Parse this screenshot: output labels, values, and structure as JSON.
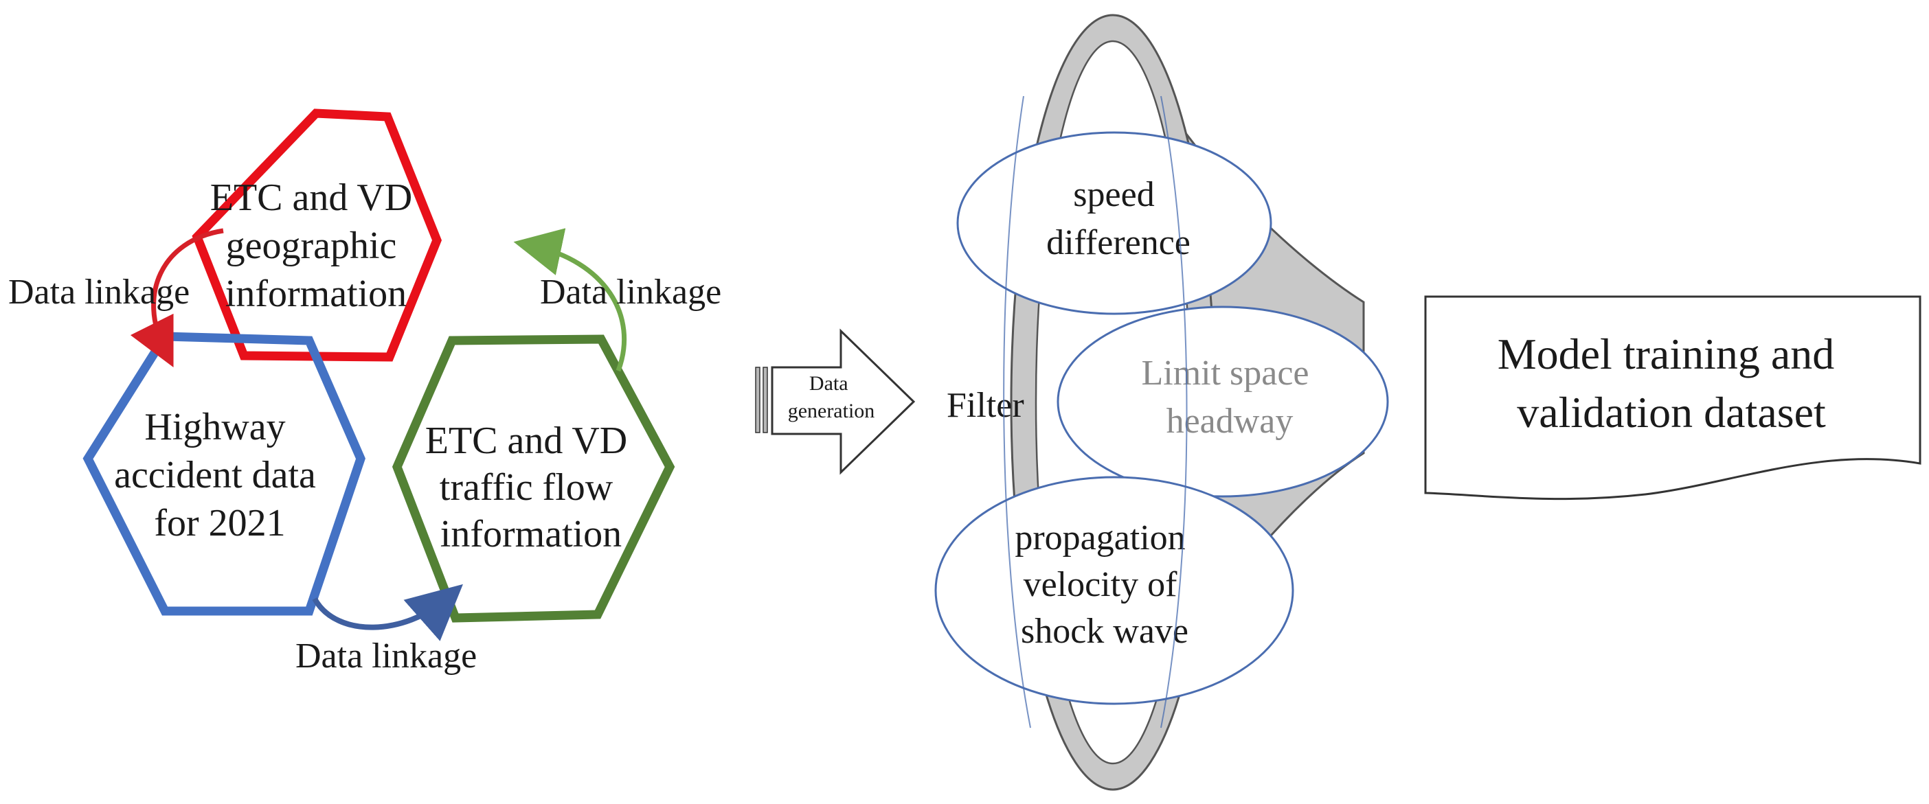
{
  "hexagons": {
    "top": {
      "lines": [
        "ETC and VD",
        "geographic",
        "information"
      ],
      "color": "#e8101a"
    },
    "left": {
      "lines": [
        "Highway",
        "accident data",
        "for 2021"
      ],
      "color": "#4472c4"
    },
    "right": {
      "lines": [
        "ETC and VD",
        "traffic flow",
        "information"
      ],
      "color": "#538135"
    }
  },
  "links": {
    "left": {
      "label": "Data linkage",
      "color": "#d62028"
    },
    "right": {
      "label": "Data linkage",
      "color": "#70a84a"
    },
    "bottom": {
      "label": "Data linkage",
      "color": "#3f5fa0"
    }
  },
  "generation_arrow": {
    "lines": [
      "Data",
      "generation"
    ]
  },
  "filter": {
    "label": "Filter",
    "funnel_color": "#c8c8c8",
    "criteria": {
      "top": {
        "lines": [
          "speed",
          "difference"
        ]
      },
      "middle": {
        "lines": [
          "Limit space",
          "headway"
        ]
      },
      "bottom": {
        "lines": [
          "propagation",
          "velocity of",
          "shock wave"
        ]
      }
    },
    "ellipse_stroke": "#4a6db0"
  },
  "output": {
    "lines": [
      "Model training and",
      "validation dataset"
    ]
  }
}
